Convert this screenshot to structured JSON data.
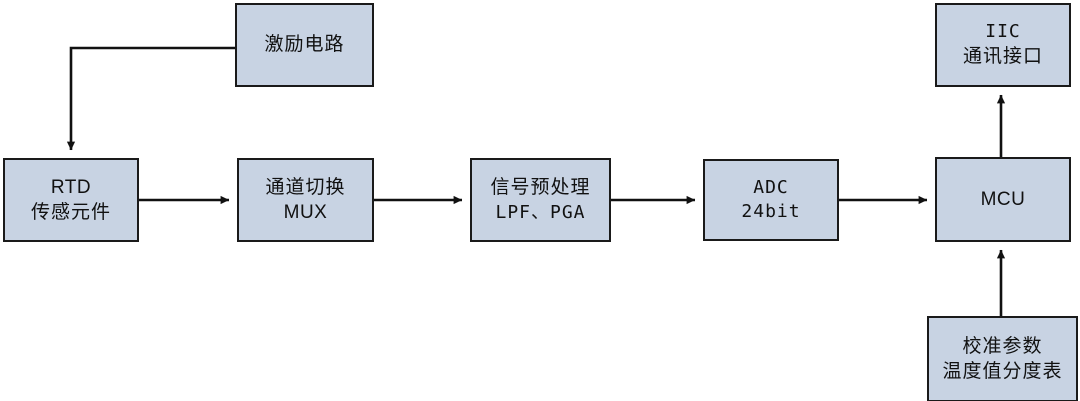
{
  "diagram": {
    "title": "RTD temperature measurement signal chain block diagram",
    "theme": {
      "node_fill": "#c8d3e3",
      "node_border": "#1a1a1a",
      "connector": "#111111",
      "background": "#ffffff",
      "text": "#111111"
    },
    "nodes": [
      {
        "id": "excitation",
        "lines": [
          "激励电路"
        ],
        "line_styles": [
          "cjk"
        ]
      },
      {
        "id": "rtd",
        "lines": [
          "RTD",
          "传感元件"
        ],
        "line_styles": [
          "plain",
          "cjk"
        ]
      },
      {
        "id": "mux",
        "lines": [
          "通道切换",
          "MUX"
        ],
        "line_styles": [
          "cjk",
          "plain"
        ]
      },
      {
        "id": "preprocess",
        "lines": [
          "信号预处理",
          "LPF、PGA"
        ],
        "line_styles": [
          "cjk",
          "mono"
        ]
      },
      {
        "id": "adc",
        "lines": [
          "ADC",
          "24bit"
        ],
        "line_styles": [
          "mono",
          "mono"
        ]
      },
      {
        "id": "mcu",
        "lines": [
          "MCU"
        ],
        "line_styles": [
          "plain"
        ]
      },
      {
        "id": "iic",
        "lines": [
          "IIC",
          "通讯接口"
        ],
        "line_styles": [
          "mono",
          "cjk"
        ]
      },
      {
        "id": "calibration",
        "lines": [
          "校准参数",
          "温度值分度表"
        ],
        "line_styles": [
          "cjk",
          "cjk"
        ]
      }
    ],
    "connectors": [
      {
        "id": "excitation-to-rtd",
        "from": "excitation",
        "to": "rtd",
        "kind": "elbow-arrow",
        "label": ""
      },
      {
        "id": "rtd-to-mux",
        "from": "rtd",
        "to": "mux",
        "kind": "arrow",
        "label": ""
      },
      {
        "id": "mux-to-preprocess",
        "from": "mux",
        "to": "preprocess",
        "kind": "arrow",
        "label": ""
      },
      {
        "id": "preprocess-to-adc",
        "from": "preprocess",
        "to": "adc",
        "kind": "arrow",
        "label": ""
      },
      {
        "id": "adc-to-mcu",
        "from": "adc",
        "to": "mcu",
        "kind": "arrow",
        "label": ""
      },
      {
        "id": "mcu-to-iic",
        "from": "mcu",
        "to": "iic",
        "kind": "arrow",
        "label": ""
      },
      {
        "id": "calibration-to-mcu",
        "from": "calibration",
        "to": "mcu",
        "kind": "arrow",
        "label": ""
      }
    ]
  }
}
